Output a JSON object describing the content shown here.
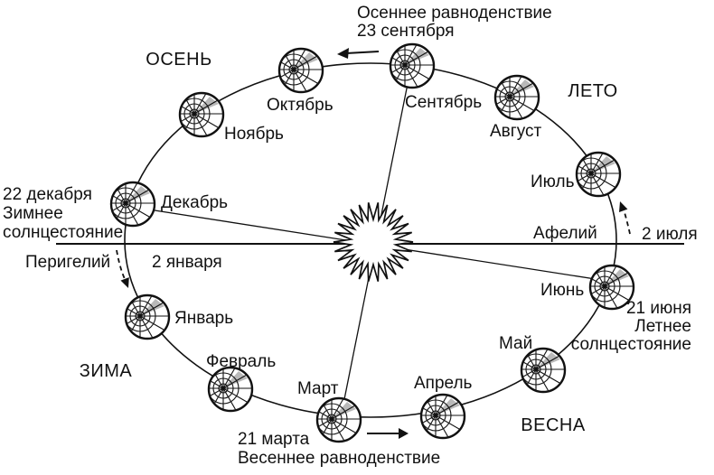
{
  "diagram": {
    "months": [
      {
        "label": "Январь"
      },
      {
        "label": "Февраль"
      },
      {
        "label": "Март"
      },
      {
        "label": "Апрель"
      },
      {
        "label": "Май"
      },
      {
        "label": "Июнь"
      },
      {
        "label": "Июль"
      },
      {
        "label": "Август"
      },
      {
        "label": "Сентябрь"
      },
      {
        "label": "Октябрь"
      },
      {
        "label": "Ноябрь"
      },
      {
        "label": "Декабрь"
      }
    ],
    "seasons": {
      "autumn": "ОСЕНЬ",
      "summer": "ЛЕТО",
      "winter": "ЗИМА",
      "spring": "ВЕСНА"
    },
    "events": {
      "autumn_equinox": {
        "line1": "Осеннее равноденствие",
        "line2": "23 сентября"
      },
      "winter_solstice": {
        "line1": "22 декабря",
        "line2": "Зимнее",
        "line3": "солнцестояние"
      },
      "summer_solstice": {
        "line1": "21 июня",
        "line2": "Летнее",
        "line3": "солнцестояние"
      },
      "spring_equinox": {
        "line1": "21 марта",
        "line2": "Весеннее равноденствие"
      }
    },
    "orbit_points": {
      "perihelion": {
        "label": "Перигелий",
        "date": "2 января"
      },
      "aphelion": {
        "label": "Афелий",
        "date": "2 июля"
      }
    },
    "colors": {
      "ink": "#111111",
      "shade": "#b9b9b9",
      "background": "#ffffff"
    }
  }
}
